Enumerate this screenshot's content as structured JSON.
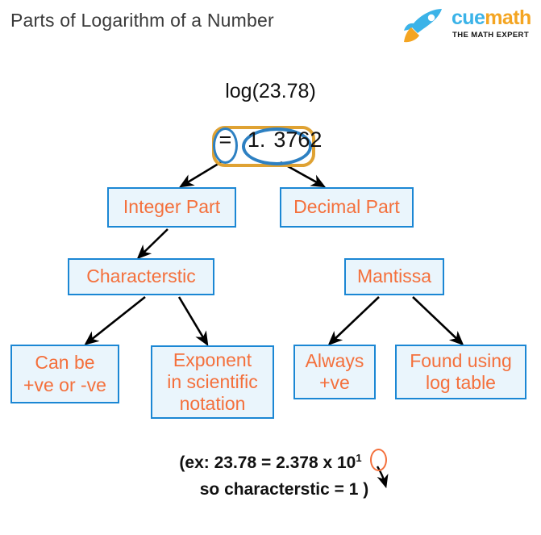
{
  "page": {
    "title": "Parts of Logarithm of a Number",
    "background": "#ffffff"
  },
  "logo": {
    "name": "cuemath-logo",
    "word_part_1": "cue",
    "word_part_2": "math",
    "tagline": "THE MATH EXPERT",
    "color_blue": "#3bb3e8",
    "color_orange": "#f4a522",
    "rocket_icon": "rocket-icon"
  },
  "expression": {
    "log_label": "log(23.78)",
    "equals_sign": "=",
    "integer_digit": "1.",
    "decimal_digits": "3762",
    "highlight_rect_color": "#dfa233",
    "highlight_ellipse_color": "#2d80c2"
  },
  "tree": {
    "level1": [
      {
        "id": "integer-part",
        "label": "Integer Part"
      },
      {
        "id": "decimal-part",
        "label": "Decimal Part"
      }
    ],
    "level2": [
      {
        "id": "characterstic",
        "label": "Characterstic"
      },
      {
        "id": "mantissa",
        "label": "Mantissa"
      }
    ],
    "level3": [
      {
        "id": "can-be",
        "line1": "Can be",
        "line2": "+ve or -ve"
      },
      {
        "id": "exponent",
        "line1": "Exponent",
        "line2": "in scientific",
        "line3": "notation"
      },
      {
        "id": "always",
        "line1": "Always",
        "line2": "+ve"
      },
      {
        "id": "found",
        "line1": "Found using",
        "line2": "log table"
      }
    ]
  },
  "example": {
    "line1_prefix": "(ex: 23.78 = 2.378 x 10",
    "line1_superscript": "1",
    "line2": "so characterstic = 1   )"
  },
  "colors": {
    "box_fill": "#eaf5fc",
    "box_border": "#1b87d4",
    "box_text": "#f4703c",
    "title_text": "#3a3a3a",
    "arrow": "#000000"
  }
}
